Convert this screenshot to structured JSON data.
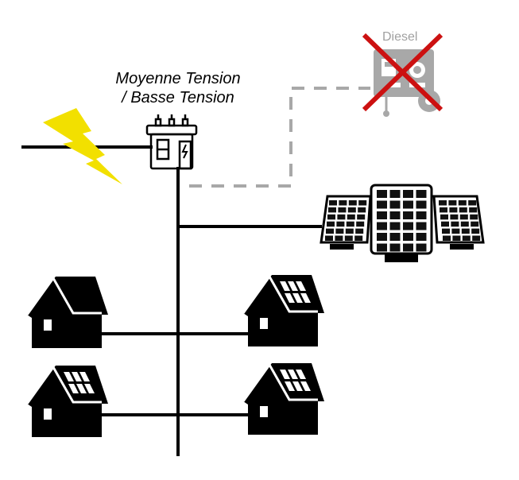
{
  "diagram": {
    "title": "Micro-réseau : poste MT/BT, solaire, maisons",
    "transformer": {
      "label_line1": "Moyenne Tension",
      "label_line2": "/ Basse Tension",
      "icon": "transformer-icon"
    },
    "grid_input": {
      "icon": "lightning-bolt-icon",
      "color": "#f2e000"
    },
    "diesel": {
      "label": "Diesel",
      "icon": "diesel-generator-icon",
      "status": "disabled",
      "cross_color": "#cc1111",
      "icon_color": "#a8a8a8",
      "link_style": "dashed"
    },
    "solar": {
      "icon": "solar-panels-icon",
      "panel_count": 3
    },
    "houses": [
      {
        "id": "house-1",
        "position": "left-top",
        "has_solar": false
      },
      {
        "id": "house-2",
        "position": "right-top",
        "has_solar": true
      },
      {
        "id": "house-3",
        "position": "left-bottom",
        "has_solar": true
      },
      {
        "id": "house-4",
        "position": "right-bottom",
        "has_solar": true
      }
    ],
    "colors": {
      "line": "#000000",
      "dashed_line": "#a8a8a8",
      "background": "#ffffff"
    }
  }
}
